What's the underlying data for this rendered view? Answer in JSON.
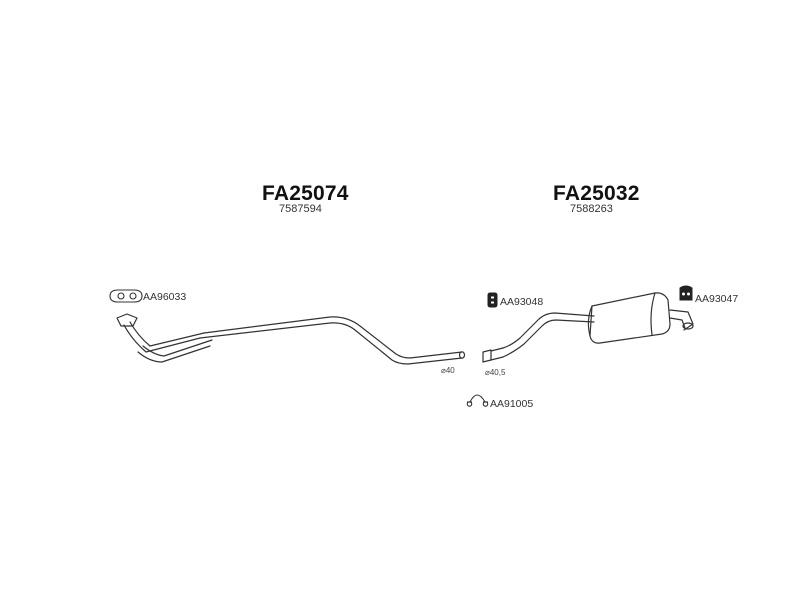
{
  "assemblies": [
    {
      "code": "FA25074",
      "oem": "7587594"
    },
    {
      "code": "FA25032",
      "oem": "7588263"
    }
  ],
  "accessories": {
    "front_gasket": "AA96033",
    "rear_hanger_left": "AA93048",
    "rear_hanger_right": "AA93047",
    "clamp": "AA91005"
  },
  "dimensions": {
    "front_pipe_diameter": "⌀40",
    "rear_pipe_diameter": "⌀40,5"
  },
  "colors": {
    "line": "#333333",
    "text": "#222222"
  }
}
